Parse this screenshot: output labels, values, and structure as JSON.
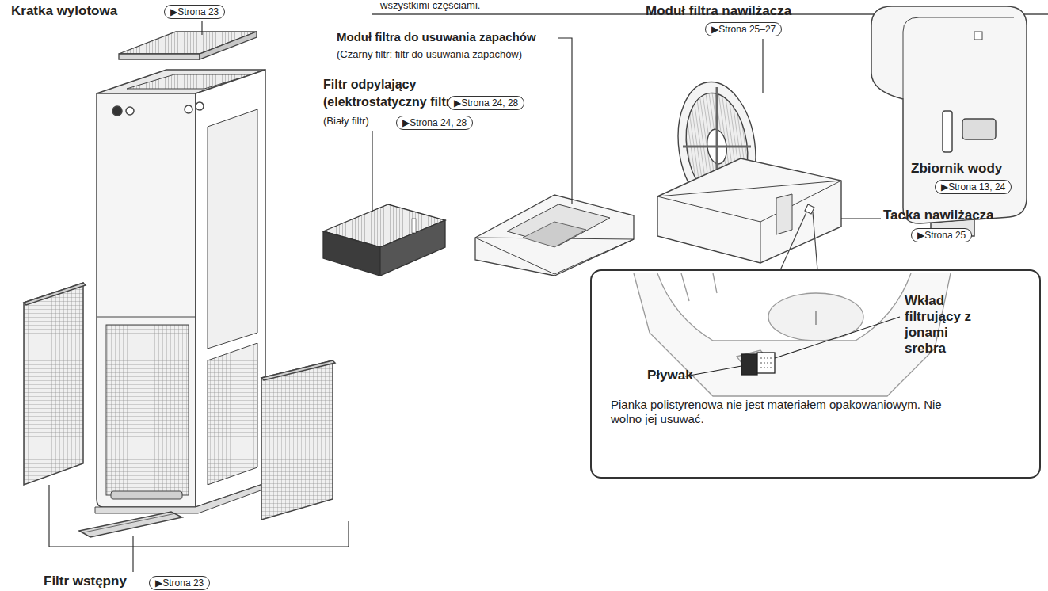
{
  "diagram": {
    "nodes": [
      {
        "text": [
          "▶Strona 23"
        ]
      },
      {
        "text": [
          "▶Strona 25–27"
        ]
      },
      {
        "text": [
          "▶Strona 24, 28"
        ]
      },
      {
        "text": [
          "▶Strona 24, 28"
        ]
      },
      {
        "text": [
          "▶Strona 13, 24"
        ]
      },
      {
        "text": [
          "▶Strona 25"
        ]
      },
      {
        "text": [
          "Wkład filtrujący z jonami srebra",
          "Pływak",
          "Pianka polistyrenowa nie jest materiałem opakowaniowym. Nie wolno jej usuwać."
        ]
      },
      {
        "text": [
          "▶Strona 23"
        ]
      }
    ],
    "labels": [
      "wszystkimi częściami.",
      "Kratka wylotowa",
      "Moduł filtra nawilżacza",
      "Moduł filtra do usuwania zapachów",
      "(Czarny filtr: filtr do usuwania zapachów)",
      "Filtr odpylający",
      "(elektrostatyczny filtr HEPA)",
      "(Biały filtr)",
      "Zbiornik wody",
      "Tacka nawilżacza",
      "Filtr wstępny"
    ]
  }
}
